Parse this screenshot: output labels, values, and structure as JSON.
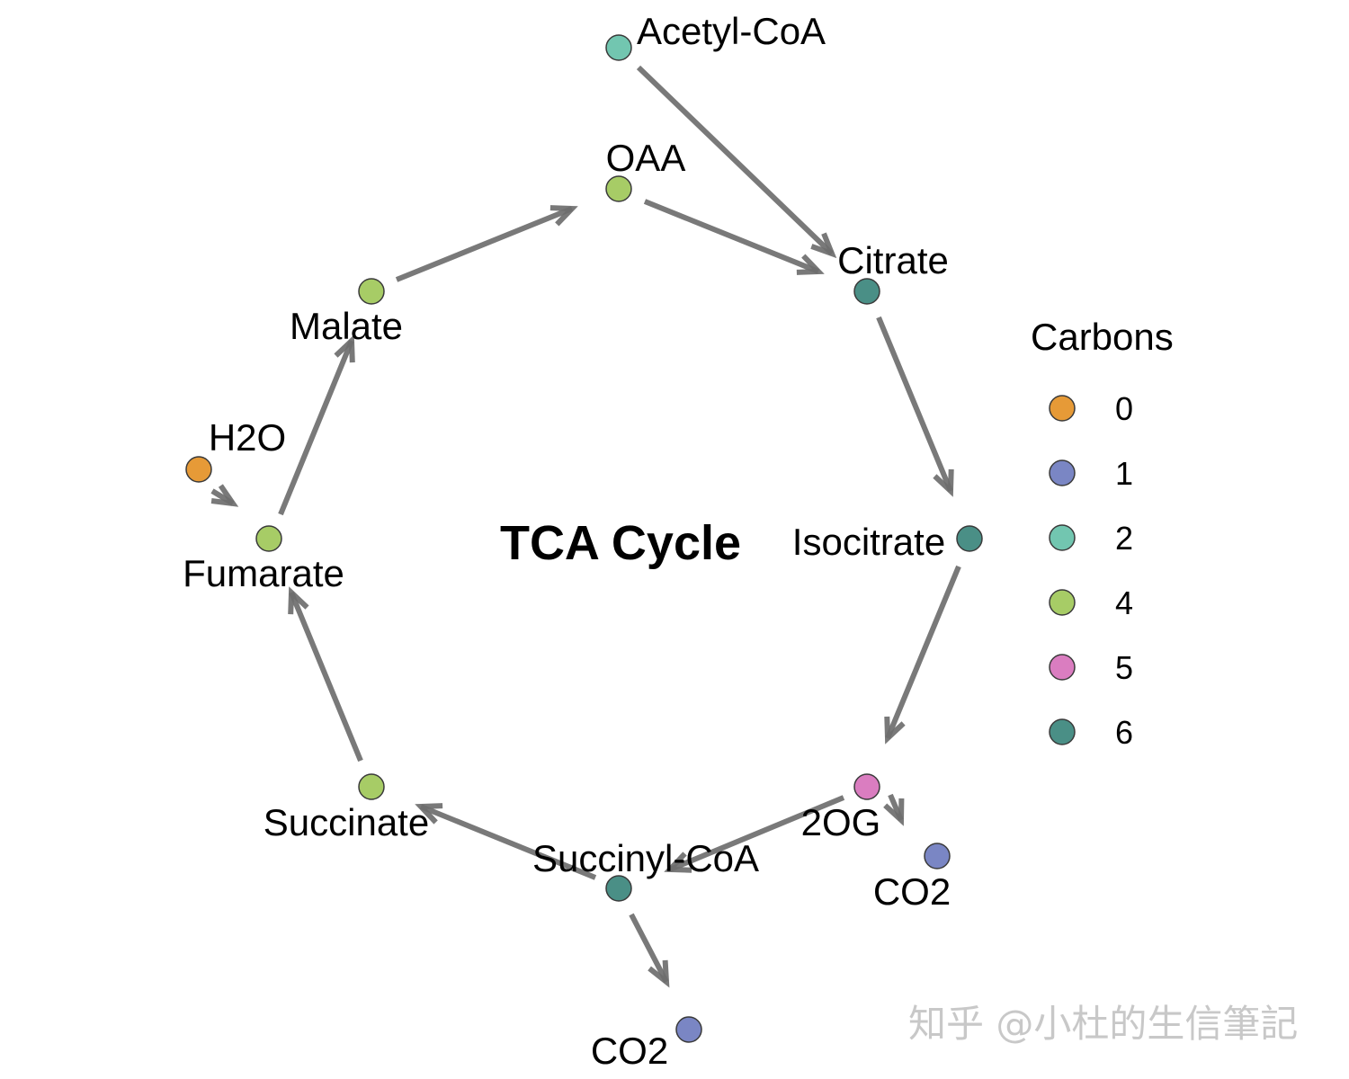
{
  "diagram": {
    "title": "TCA Cycle",
    "nodes": [
      {
        "id": "acetyl_coa",
        "label": "Acetyl-CoA",
        "carbons": 2
      },
      {
        "id": "oaa",
        "label": "OAA",
        "carbons": 4
      },
      {
        "id": "citrate",
        "label": "Citrate",
        "carbons": 6
      },
      {
        "id": "isocitrate",
        "label": "Isocitrate",
        "carbons": 6
      },
      {
        "id": "two_og",
        "label": "2OG",
        "carbons": 5
      },
      {
        "id": "co2_a",
        "label": "CO2",
        "carbons": 1
      },
      {
        "id": "succinyl_coa",
        "label": "Succinyl-CoA",
        "carbons": 6
      },
      {
        "id": "co2_b",
        "label": "CO2",
        "carbons": 1
      },
      {
        "id": "succinate",
        "label": "Succinate",
        "carbons": 4
      },
      {
        "id": "fumarate",
        "label": "Fumarate",
        "carbons": 4
      },
      {
        "id": "h2o",
        "label": "H2O",
        "carbons": 0
      },
      {
        "id": "malate",
        "label": "Malate",
        "carbons": 4
      }
    ],
    "edges": [
      {
        "from": "acetyl_coa",
        "to": "citrate"
      },
      {
        "from": "oaa",
        "to": "citrate"
      },
      {
        "from": "citrate",
        "to": "isocitrate"
      },
      {
        "from": "isocitrate",
        "to": "two_og"
      },
      {
        "from": "two_og",
        "to": "co2_a"
      },
      {
        "from": "two_og",
        "to": "succinyl_coa"
      },
      {
        "from": "succinyl_coa",
        "to": "co2_b"
      },
      {
        "from": "succinyl_coa",
        "to": "succinate"
      },
      {
        "from": "succinate",
        "to": "fumarate"
      },
      {
        "from": "h2o",
        "to": "fumarate"
      },
      {
        "from": "fumarate",
        "to": "malate"
      },
      {
        "from": "malate",
        "to": "oaa"
      }
    ]
  },
  "legend": {
    "title": "Carbons",
    "items": [
      {
        "label": "0",
        "color": "#E69A37"
      },
      {
        "label": "1",
        "color": "#7A86C4"
      },
      {
        "label": "2",
        "color": "#72C6B0"
      },
      {
        "label": "4",
        "color": "#A7CC66"
      },
      {
        "label": "5",
        "color": "#DA7DC0"
      },
      {
        "label": "6",
        "color": "#4A8F86"
      }
    ]
  },
  "watermark": "知乎 @小杜的生信筆記"
}
